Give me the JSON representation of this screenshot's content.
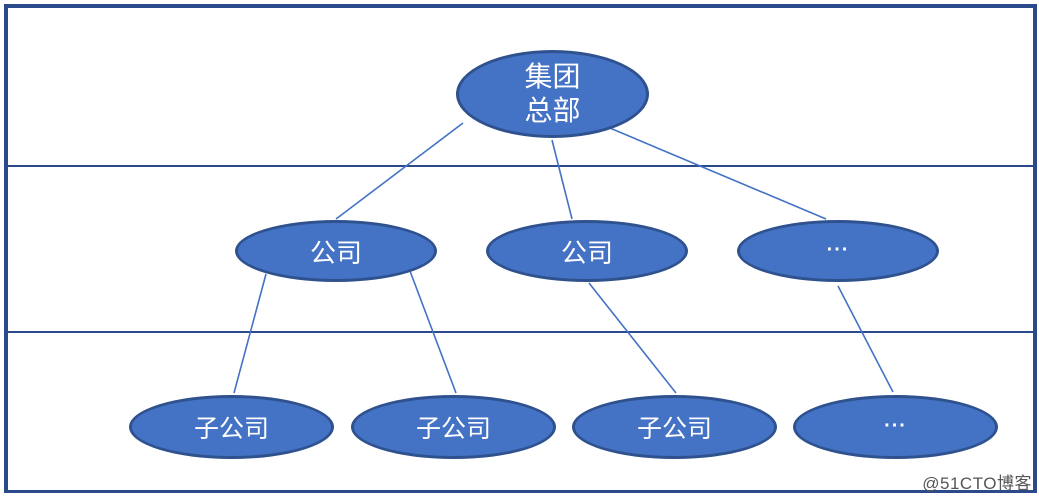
{
  "diagram": {
    "type": "org-hierarchy",
    "root": {
      "label_line1": "集团",
      "label_line2": "总部"
    },
    "level2": [
      {
        "label": "公司"
      },
      {
        "label": "公司"
      },
      {
        "label": "..."
      }
    ],
    "level3": [
      {
        "label": "子公司"
      },
      {
        "label": "子公司"
      },
      {
        "label": "子公司"
      },
      {
        "label": "..."
      }
    ],
    "edges": [
      {
        "from": "root",
        "to": "level2-1"
      },
      {
        "from": "root",
        "to": "level2-2"
      },
      {
        "from": "root",
        "to": "level2-3"
      },
      {
        "from": "level2-1",
        "to": "level3-1"
      },
      {
        "from": "level2-1",
        "to": "level3-2"
      },
      {
        "from": "level2-2",
        "to": "level3-3"
      },
      {
        "from": "level2-3",
        "to": "level3-4"
      }
    ]
  },
  "watermark": {
    "text": "@51CTO博客"
  },
  "colors": {
    "background": "#FFFFFF",
    "node_fill": "#4472C4",
    "node_border": "#2F528F",
    "node_text": "#FFFFFF",
    "connector": "#4472C4",
    "frame_border": "#2A4A8B",
    "watermark_text": "#565658"
  }
}
